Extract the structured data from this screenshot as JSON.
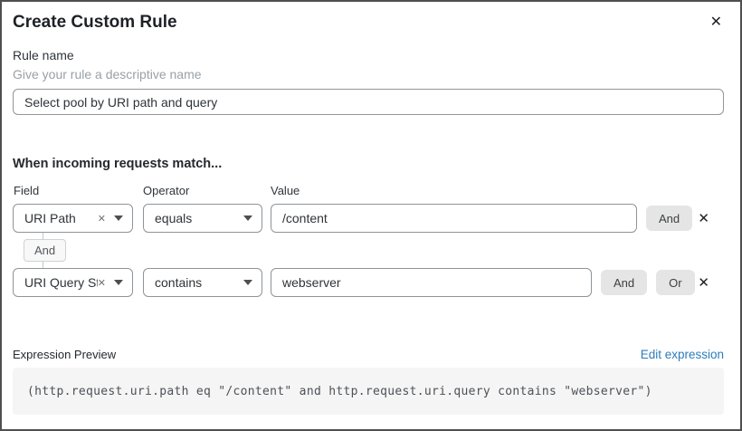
{
  "dialog": {
    "title": "Create Custom Rule"
  },
  "icons": {
    "close": "✕",
    "clear": "✕",
    "delete": "✕"
  },
  "rule_name": {
    "label": "Rule name",
    "hint": "Give your rule a descriptive name",
    "value": "Select pool by URI path and query"
  },
  "matcher": {
    "heading": "When incoming requests match...",
    "columns": {
      "field": "Field",
      "operator": "Operator",
      "value": "Value"
    },
    "connector_label": "And",
    "rows": [
      {
        "field": "URI Path",
        "operator": "equals",
        "value": "/content",
        "and_label": "And"
      },
      {
        "field": "URI Query St...",
        "operator": "contains",
        "value": "webserver",
        "and_label": "And",
        "or_label": "Or"
      }
    ]
  },
  "expression": {
    "label": "Expression Preview",
    "edit_link": "Edit expression",
    "code": "(http.request.uri.path eq \"/content\" and http.request.uri.query contains \"webserver\")"
  },
  "colors": {
    "link_blue": "#2d7cb9",
    "chip_button_bg": "#e5e5e5",
    "code_bg": "#f5f5f5",
    "border_gray": "#8e9499"
  }
}
